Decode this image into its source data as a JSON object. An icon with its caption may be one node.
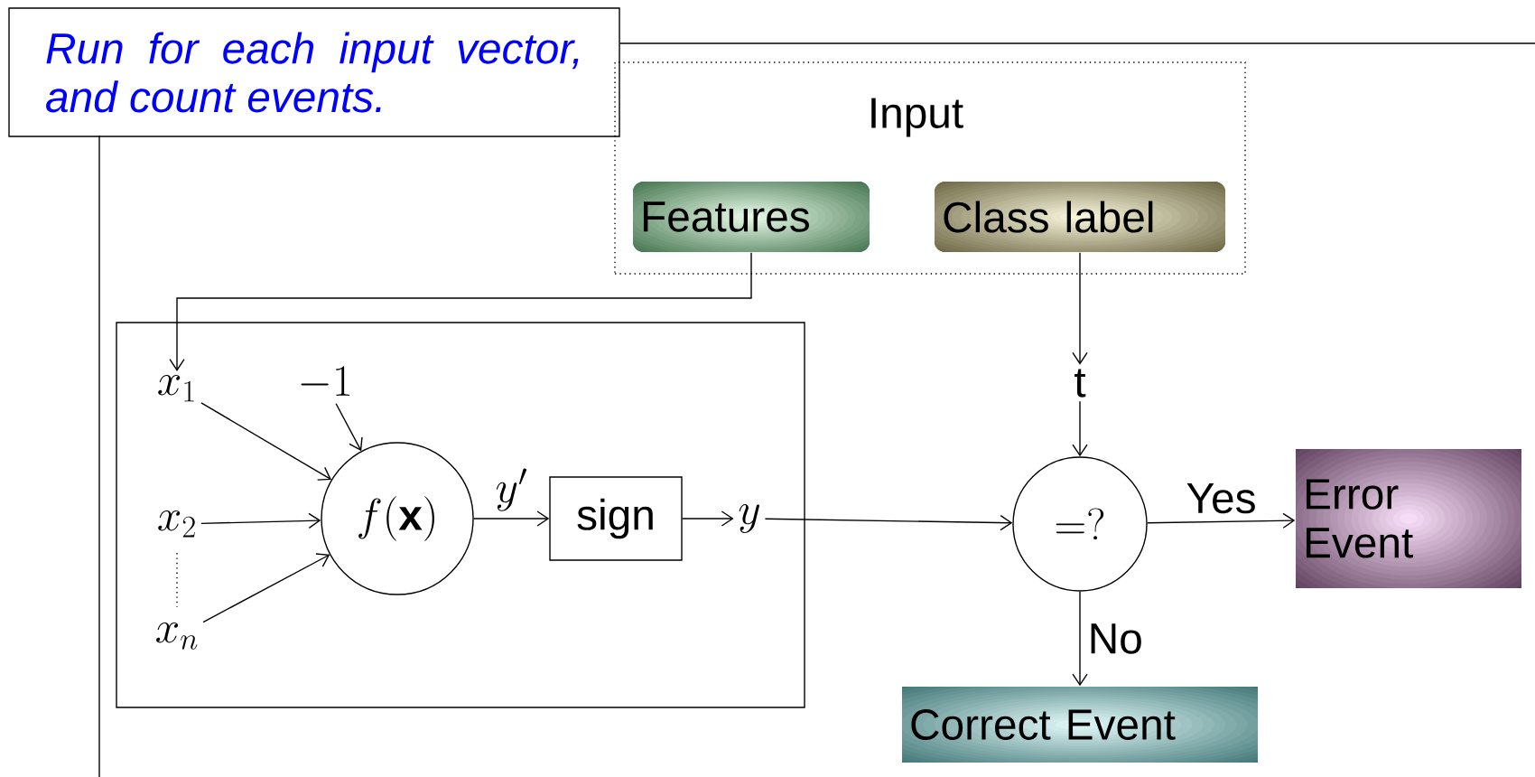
{
  "diagram": {
    "nodes": [
      {
        "text": [
          "Run for each input vector, and count events."
        ]
      },
      {
        "text": [
          "Input"
        ]
      },
      {
        "text": [
          "Features"
        ],
        "in": 1
      },
      {
        "text": [
          "Class label"
        ],
        "in": 1
      },
      {
        "text": [],
        "shape": "box"
      },
      {
        "text": [
          "x_1"
        ],
        "in": 4
      },
      {
        "text": [
          "x_2"
        ],
        "in": 4
      },
      {
        "text": [
          "x_n"
        ],
        "in": 4
      },
      {
        "text": [
          "-1"
        ],
        "in": 4
      },
      {
        "text": [
          "f(\\mathbf{x})"
        ],
        "in": 4
      },
      {
        "text": [
          "sign"
        ],
        "in": 4
      },
      {
        "text": [
          "y"
        ],
        "in": 4
      },
      {
        "text": [
          "t"
        ]
      },
      {
        "text": [
          "=?"
        ]
      },
      {
        "text": [
          "Error Event"
        ]
      },
      {
        "text": [
          "Correct Event"
        ]
      }
    ],
    "edges": [
      {
        "from": 0,
        "to": null,
        "arrow": "none"
      },
      {
        "from": 0,
        "to": null,
        "arrow": "none"
      },
      {
        "from": 2,
        "to": 5,
        "arrow": "to"
      },
      {
        "from": 3,
        "to": 12,
        "arrow": "to"
      },
      {
        "from": 5,
        "to": 9,
        "arrow": "to"
      },
      {
        "from": 8,
        "to": 9,
        "arrow": "to"
      },
      {
        "from": 6,
        "to": 9,
        "arrow": "to"
      },
      {
        "from": 7,
        "to": 9,
        "arrow": "to"
      },
      {
        "from": 9,
        "to": 10,
        "arrow": "to",
        "label": "y'"
      },
      {
        "from": 10,
        "to": 11,
        "arrow": "to"
      },
      {
        "from": 11,
        "to": 13,
        "arrow": "to"
      },
      {
        "from": 12,
        "to": 13,
        "arrow": "to"
      },
      {
        "from": 13,
        "to": 14,
        "arrow": "to",
        "label": "Yes"
      },
      {
        "from": 13,
        "to": 15,
        "arrow": "to",
        "label": "No"
      }
    ]
  }
}
